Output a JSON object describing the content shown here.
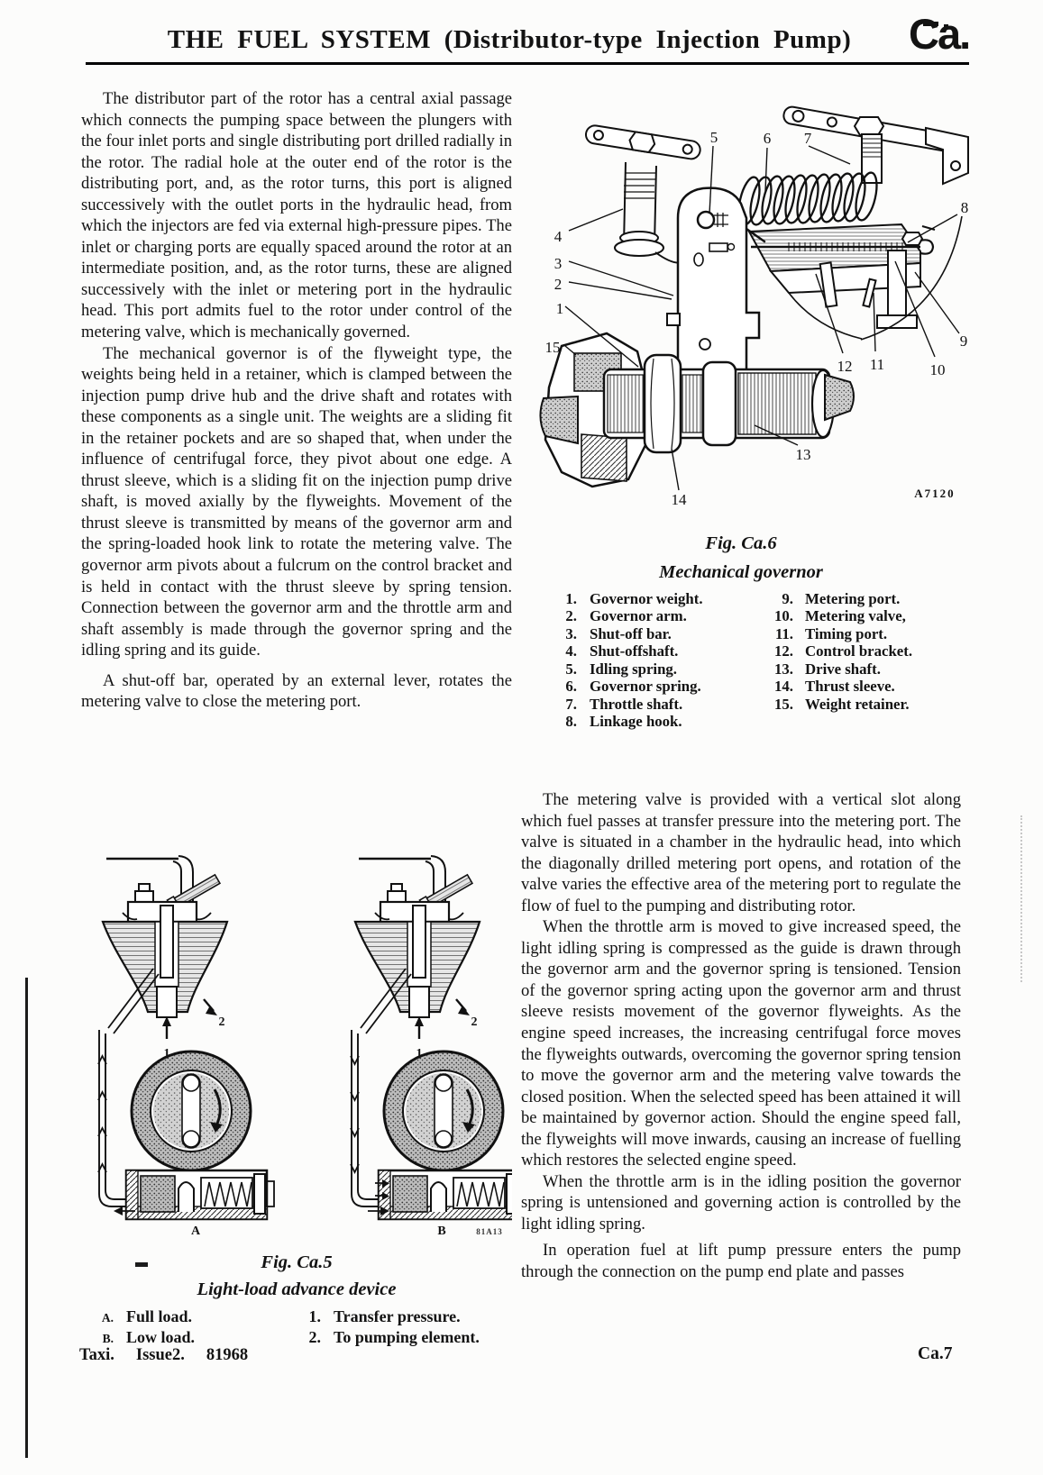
{
  "header": {
    "title": "THE FUEL SYSTEM (Distributor-type Injection Pump)",
    "logo": "Ca."
  },
  "left_column": {
    "para1": "The distributor part of the rotor has a central axial passage which connects the pumping space between the plungers with the four inlet ports and single distributing port drilled radially in the rotor. The radial hole at the outer end of the rotor is the distributing port, and, as the rotor turns, this port is aligned successively with the outlet ports in the hydraulic head, from which the injectors are fed via external high-pressure pipes. The inlet or charging ports are equally spaced around the rotor at an intermediate position, and, as the rotor turns, these are aligned successively with the inlet or metering port in the hydraulic head. This port admits fuel to the rotor under control of the metering valve, which is mechanically governed.",
    "para2": "The mechanical governor is of the flyweight type, the weights being held in a retainer, which is clamped between the injection pump drive hub and the drive shaft and rotates with these components as a single unit. The weights are a sliding fit in the retainer pockets and are so shaped that, when under the influence of centrifugal force, they pivot about one edge. A thrust sleeve, which is a sliding fit on the injection pump drive shaft, is moved axially by the flyweights. Movement of the thrust sleeve is transmitted by means of the governor arm and the spring-loaded hook link to rotate the metering valve. The governor arm pivots about a fulcrum on the control bracket and is held in contact with the thrust sleeve by spring tension. Connection between the governor arm and the throttle arm and shaft assembly is made through the governor spring and the idling spring and its guide.",
    "para3": "A shut-off bar, operated by an external lever, rotates the metering valve to close the metering port."
  },
  "right_column": {
    "para1": "The metering valve is provided with a vertical slot along which fuel passes at transfer pressure into the metering port. The valve is situated in a chamber in the hydraulic head, into which the diagonally drilled metering port opens, and rotation of the valve varies the effective area of the metering port to regulate the flow of fuel to the pumping and distributing rotor.",
    "para2": "When the throttle arm is moved to give increased speed, the light idling spring is compressed as the guide is drawn through the governor arm and the governor spring is tensioned. Tension of the governor spring acting upon the governor arm and thrust sleeve resists movement of the governor flyweights. As the engine speed increases, the increasing centrifugal force moves the flyweights outwards, overcoming the governor spring tension to move the governor arm and the metering valve towards the closed position. When the selected speed has been attained it will be maintained by governor action. Should the engine speed fall, the flyweights will move inwards, causing an increase of fuelling which restores the selected engine speed.",
    "para3": "When the throttle arm is in the idling position the governor spring is untensioned and governing action is controlled by the light idling spring.",
    "para4": "In operation fuel at lift pump pressure enters the pump through the connection on the pump end plate and passes"
  },
  "fig_ca6": {
    "caption": "Fig. Ca.6",
    "subtitle": "Mechanical governor",
    "code": "A7120",
    "callouts": [
      "1",
      "2",
      "3",
      "4",
      "5",
      "6",
      "7",
      "8",
      "9",
      "10",
      "11",
      "12",
      "13",
      "14",
      "15"
    ],
    "legend_left": [
      {
        "num": "1.",
        "label": "Governor weight."
      },
      {
        "num": "2.",
        "label": "Governor arm."
      },
      {
        "num": "3.",
        "label": "Shut-off bar."
      },
      {
        "num": "4.",
        "label": "Shut-offshaft."
      },
      {
        "num": "5.",
        "label": "Idling spring."
      },
      {
        "num": "6.",
        "label": "Governor spring."
      },
      {
        "num": "7.",
        "label": "Throttle shaft."
      },
      {
        "num": "8.",
        "label": "Linkage hook."
      }
    ],
    "legend_right": [
      {
        "num": "9.",
        "label": "Metering port."
      },
      {
        "num": "10.",
        "label": "Metering valve,"
      },
      {
        "num": "11.",
        "label": "Timing port."
      },
      {
        "num": "12.",
        "label": "Control bracket."
      },
      {
        "num": "13.",
        "label": "Drive shaft."
      },
      {
        "num": "14.",
        "label": "Thrust sleeve."
      },
      {
        "num": "15.",
        "label": "Weight retainer."
      }
    ]
  },
  "fig_ca5": {
    "caption": "Fig. Ca.5",
    "subtitle": "Light-load advance device",
    "code": "81A13",
    "marker_1": "1",
    "marker_2": "2",
    "label_a": "A",
    "label_b": "B",
    "legend_letters": [
      {
        "num": "A.",
        "label": "Full load."
      },
      {
        "num": "B.",
        "label": "Low load."
      }
    ],
    "legend_numbers": [
      {
        "num": "1.",
        "label": "Transfer pressure."
      },
      {
        "num": "2.",
        "label": "To pumping element."
      }
    ]
  },
  "footer": {
    "parts": [
      "Taxi.",
      "Issue2.",
      "81968"
    ],
    "page_no": "Ca.7"
  }
}
